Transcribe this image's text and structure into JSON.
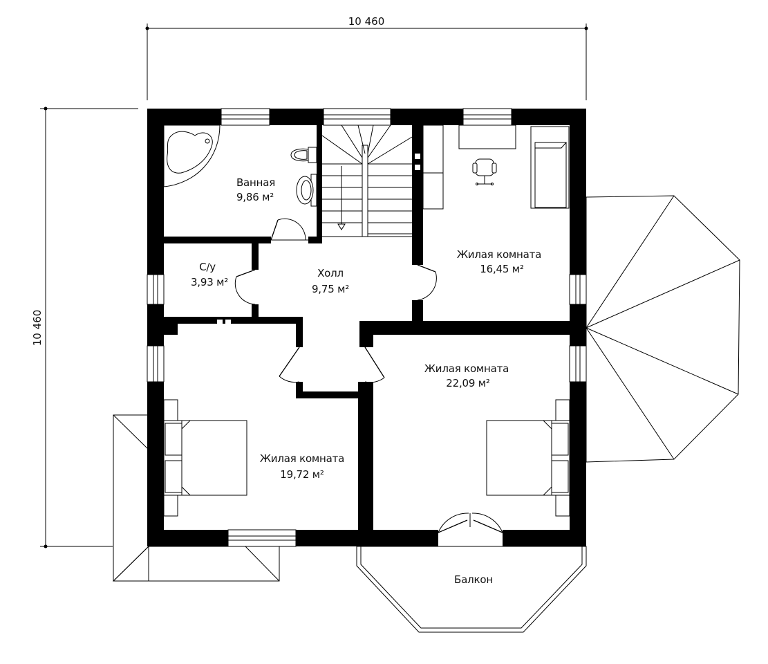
{
  "dimensions": {
    "horizontal": "10 460",
    "vertical": "10 460"
  },
  "rooms": [
    {
      "id": "bathroom",
      "name": "Ванная",
      "area": "9,86 м²"
    },
    {
      "id": "wc",
      "name": "С/у",
      "area": "3,93 м²"
    },
    {
      "id": "hall",
      "name": "Холл",
      "area": "9,75 м²"
    },
    {
      "id": "living-ne",
      "name": "Жилая комната",
      "area": "16,45 м²"
    },
    {
      "id": "living-se",
      "name": "Жилая комната",
      "area": "22,09 м²"
    },
    {
      "id": "living-sw",
      "name": "Жилая комната",
      "area": "19,72 м²"
    },
    {
      "id": "balcony",
      "name": "Балкон",
      "area": ""
    }
  ]
}
